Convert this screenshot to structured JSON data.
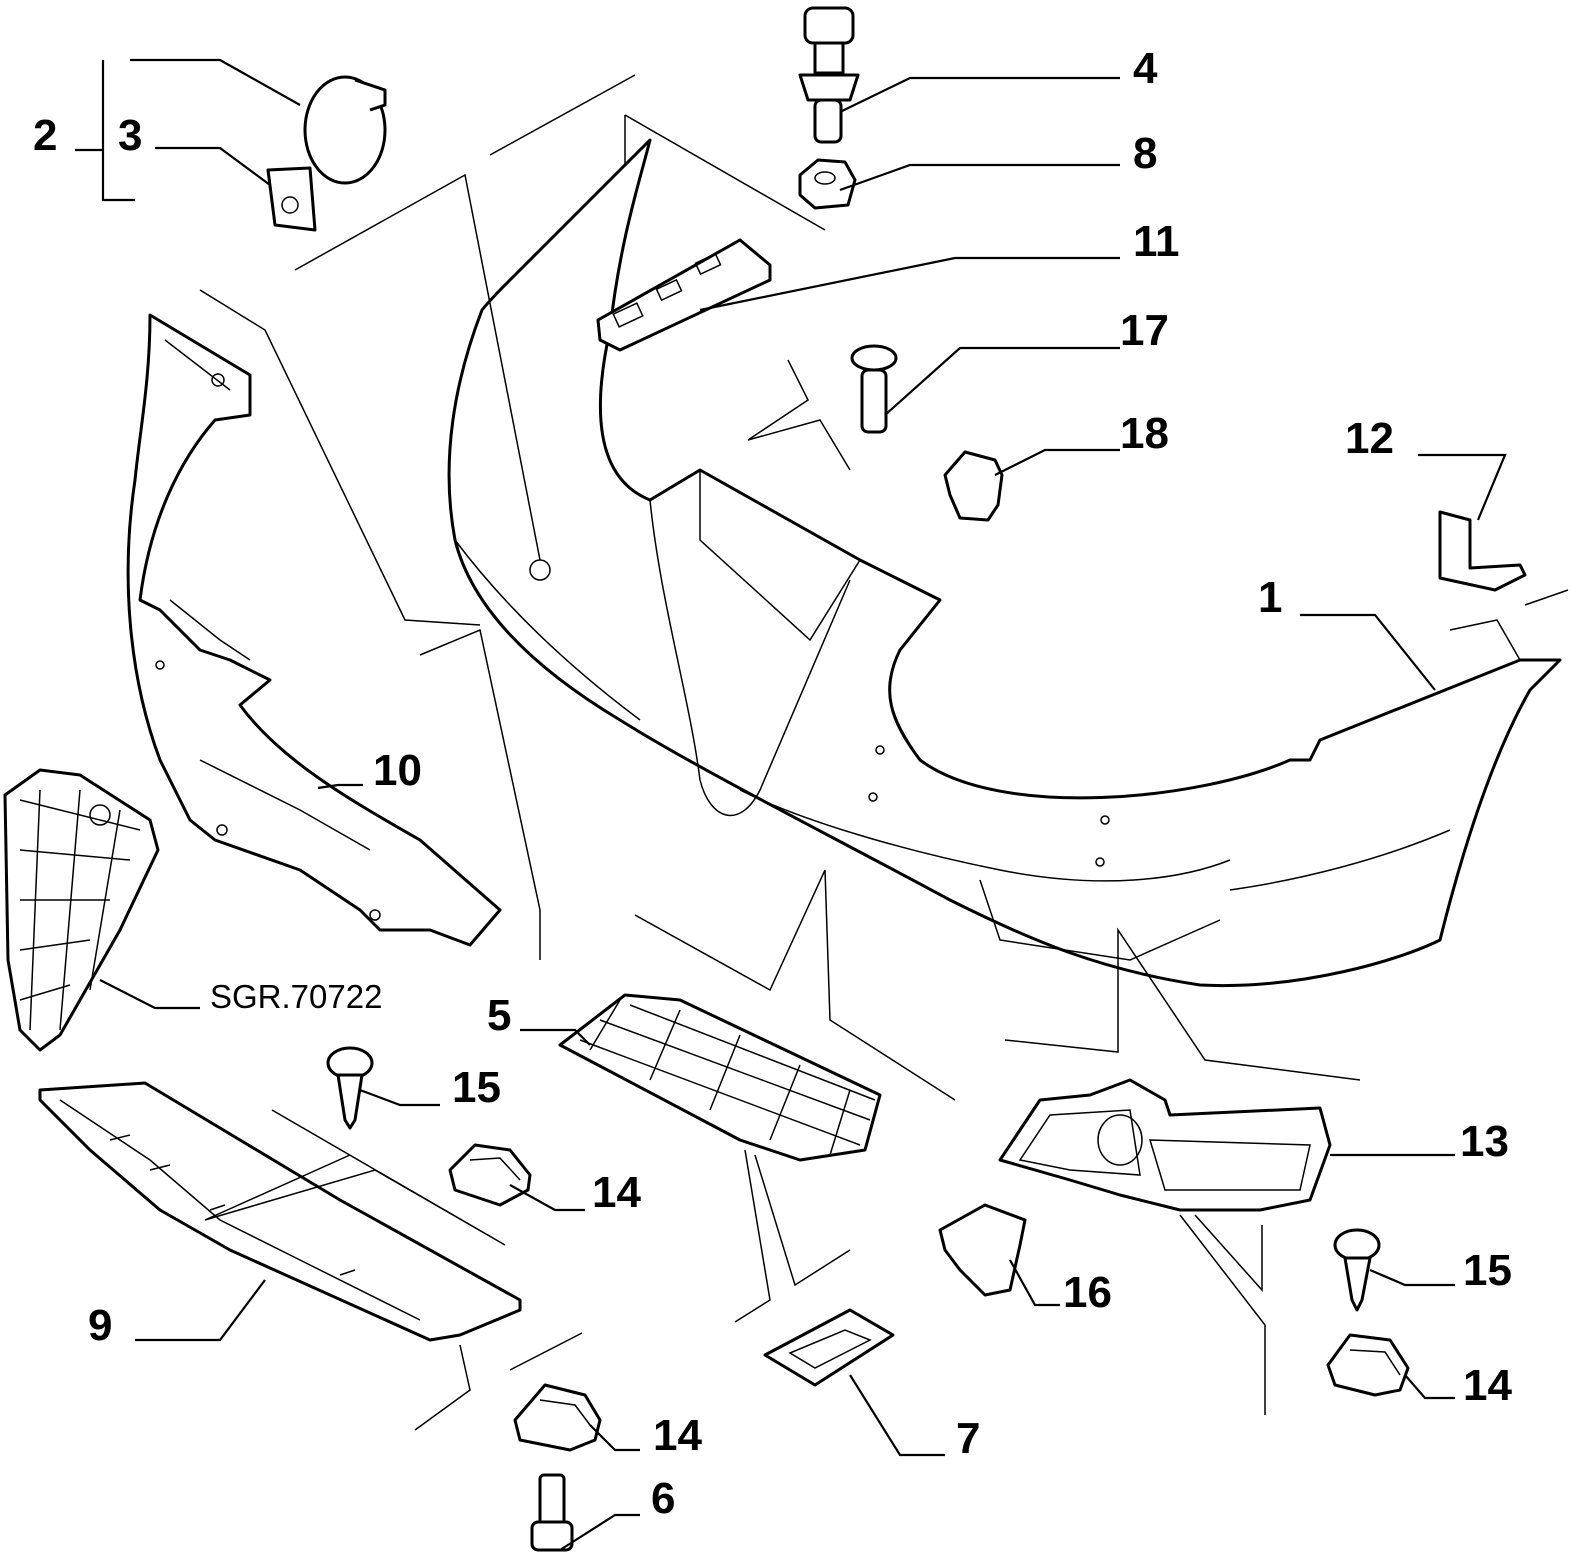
{
  "reference_code": "SGR.70722",
  "callouts": {
    "c1": "1",
    "c2": "2",
    "c3": "3",
    "c4": "4",
    "c5": "5",
    "c6": "6",
    "c7": "7",
    "c8": "8",
    "c9": "9",
    "c10": "10",
    "c11": "11",
    "c12": "12",
    "c13": "13",
    "c14a": "14",
    "c14b": "14",
    "c14c": "14",
    "c15a": "15",
    "c15b": "15",
    "c16": "16",
    "c17": "17",
    "c18": "18"
  }
}
